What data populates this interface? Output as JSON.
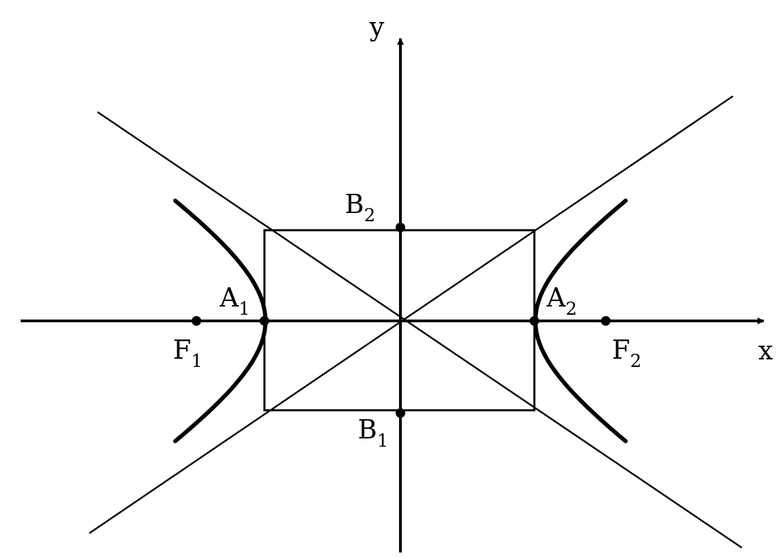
{
  "axes": {
    "x_label": "x",
    "y_label": "y"
  },
  "points": {
    "A1": {
      "base": "A",
      "sub": "1"
    },
    "A2": {
      "base": "A",
      "sub": "2"
    },
    "B1": {
      "base": "B",
      "sub": "1"
    },
    "B2": {
      "base": "B",
      "sub": "2"
    },
    "F1": {
      "base": "F",
      "sub": "1"
    },
    "F2": {
      "base": "F",
      "sub": "2"
    }
  },
  "colors": {
    "ink": "#000000",
    "background": "#ffffff"
  }
}
